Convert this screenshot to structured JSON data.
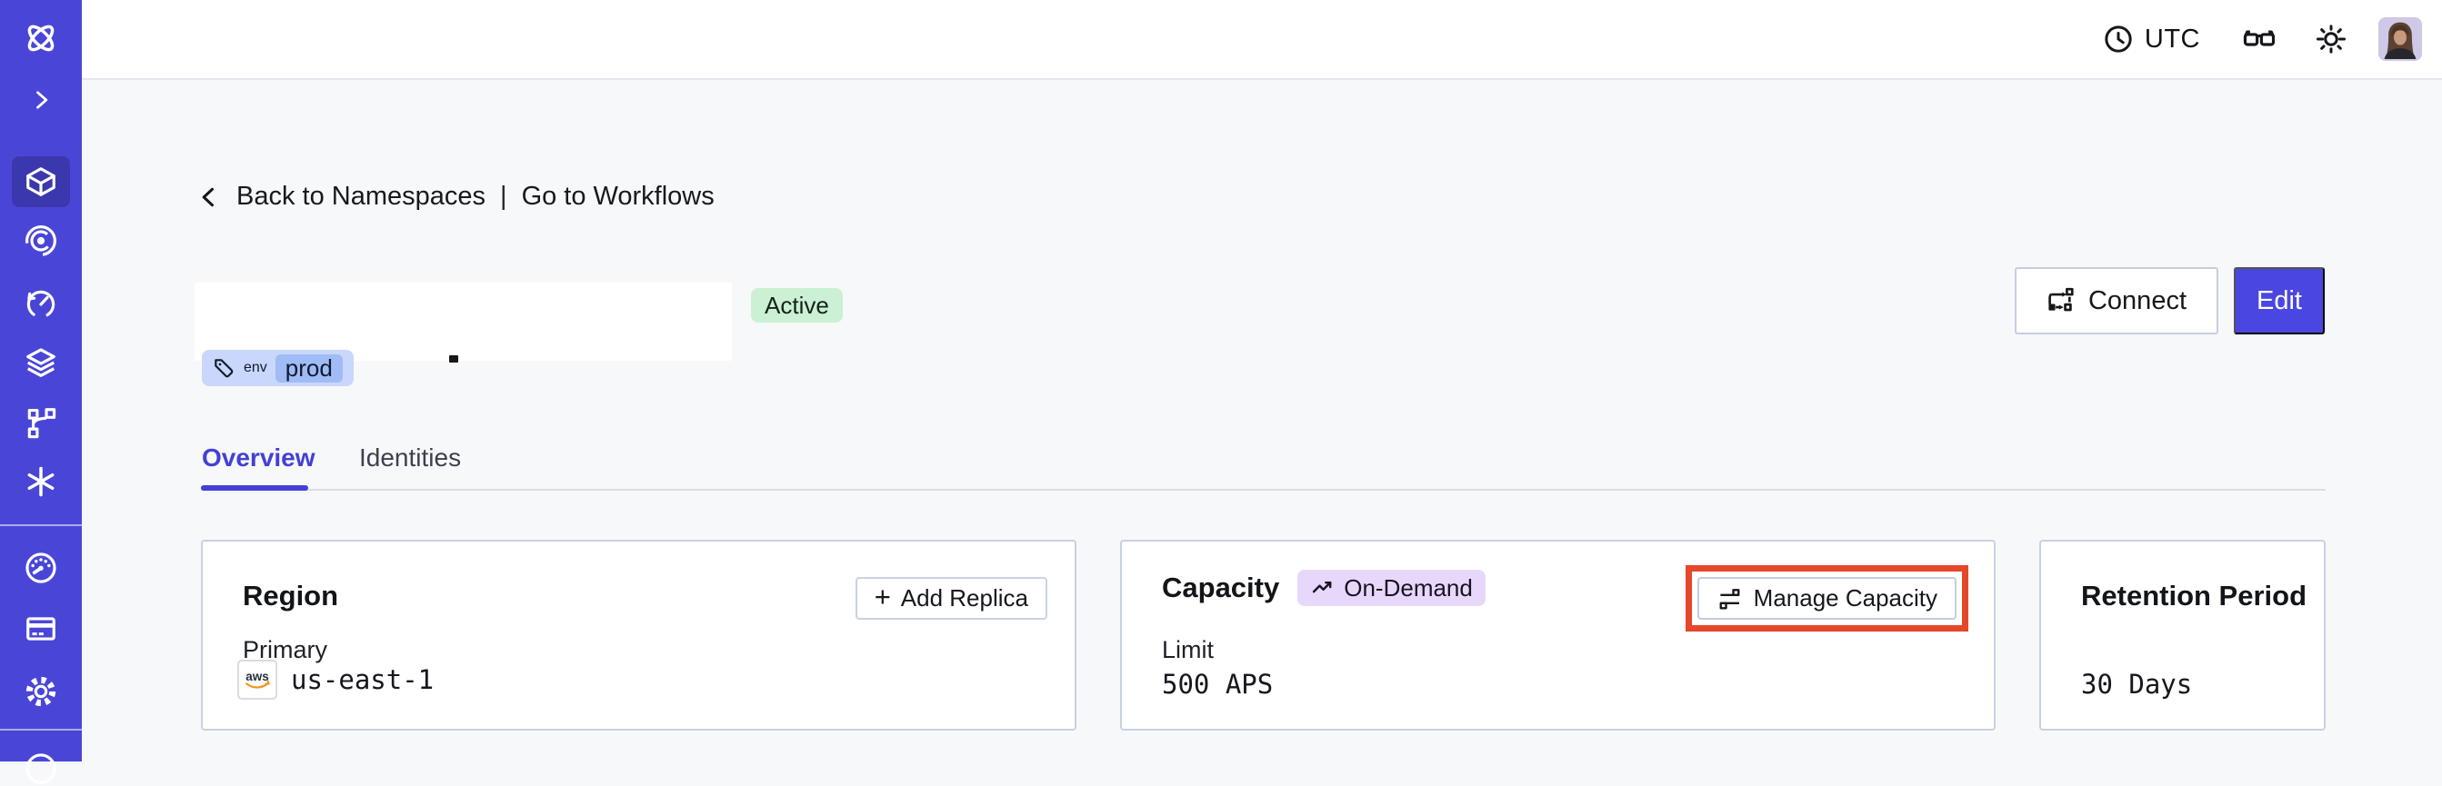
{
  "topbar": {
    "timezone_label": "UTC",
    "icons": [
      "clock-icon",
      "glasses-icon",
      "sun-icon",
      "user-avatar"
    ]
  },
  "sidebar": {
    "items": [
      {
        "name": "temporal-logo-icon",
        "active": false
      },
      {
        "name": "expand-chevron-icon",
        "active": false
      },
      {
        "name": "namespaces-icon",
        "active": true
      },
      {
        "name": "workflows-icon",
        "active": false
      },
      {
        "name": "schedules-icon",
        "active": false
      },
      {
        "name": "batch-operations-icon",
        "active": false
      },
      {
        "name": "deployments-icon",
        "active": false
      },
      {
        "name": "nexus-icon",
        "active": false
      },
      {
        "name": "usage-icon",
        "active": false
      },
      {
        "name": "billing-icon",
        "active": false
      },
      {
        "name": "settings-icon",
        "active": false
      }
    ]
  },
  "breadcrumb": {
    "back_label": "Back to Namespaces",
    "separator": "|",
    "workflows_label": "Go to Workflows"
  },
  "header": {
    "status_badge": "Active",
    "tag_key": "env",
    "tag_value": "prod",
    "connect_label": "Connect",
    "edit_label": "Edit"
  },
  "tabs": {
    "items": [
      {
        "label": "Overview",
        "active": true
      },
      {
        "label": "Identities",
        "active": false
      }
    ]
  },
  "cards": {
    "region": {
      "title": "Region",
      "plus": "+",
      "action_label": "Add Replica",
      "field_label": "Primary",
      "provider_label": "aws",
      "value": "us-east-1"
    },
    "capacity": {
      "title": "Capacity",
      "badge": "On-Demand",
      "action_label": "Manage Capacity",
      "action_highlighted": true,
      "field_label": "Limit",
      "value": "500 APS"
    },
    "retention": {
      "title": "Retention Period",
      "value": "30 Days"
    }
  },
  "colors": {
    "sidebar": "#4946D7",
    "sidebar_active": "#3B38AE",
    "accent_indigo": "#4440D6",
    "edit_button": "#4A46E2",
    "status_green_bg": "#CBF0D4",
    "tag_blue_bg": "#C8D7FB",
    "tag_blue_inner": "#9FBCF6",
    "ondemand_purple_bg": "#E7D8FB",
    "highlight_red": "#E5472A",
    "card_border": "#C9D1E2",
    "content_bg": "#F7F8FA",
    "aws_orange": "#F49820"
  }
}
